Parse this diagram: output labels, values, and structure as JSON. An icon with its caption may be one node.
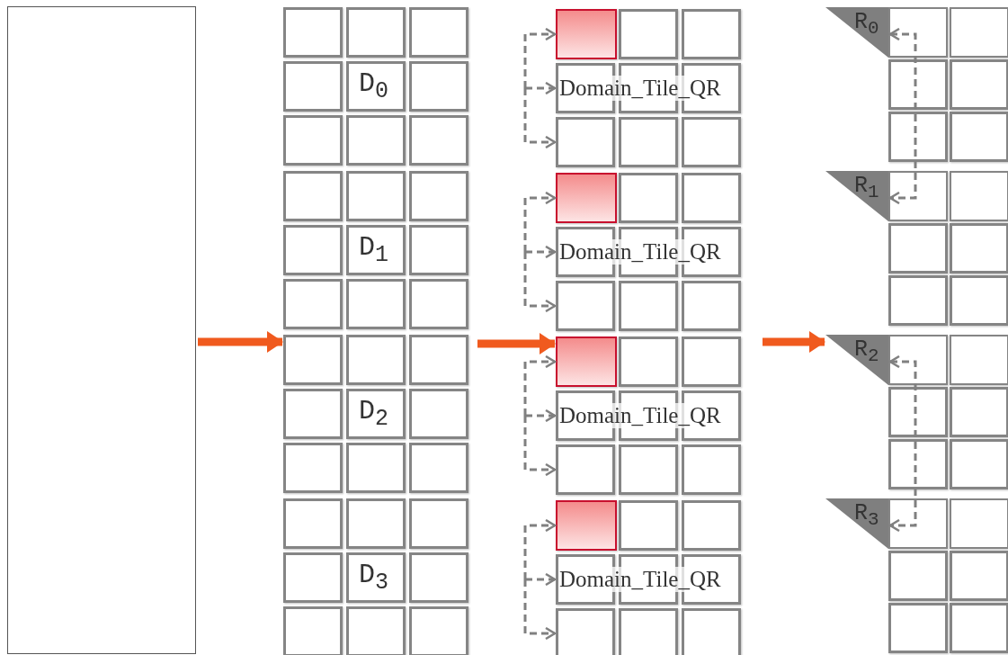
{
  "diagram": {
    "nodes": [
      {
        "text": [],
        "shape": "box"
      },
      {
        "text": [
          "D$_{0}$"
        ]
      },
      {
        "text": [
          "D$_{1}$"
        ]
      },
      {
        "text": [
          "D$_{2}$"
        ]
      },
      {
        "text": [
          "D$_{3}$"
        ]
      },
      {
        "text": [],
        "shape": "box"
      },
      {
        "text": [
          "Domain_Tile_QR"
        ]
      },
      {
        "text": [],
        "shape": "box"
      },
      {
        "text": [],
        "shape": "box"
      },
      {
        "text": [
          "Domain_Tile_QR"
        ]
      },
      {
        "text": [],
        "shape": "box"
      },
      {
        "text": [],
        "shape": "box"
      },
      {
        "text": [
          "Domain_Tile_QR"
        ]
      },
      {
        "text": [],
        "shape": "box"
      },
      {
        "text": [],
        "shape": "box"
      },
      {
        "text": [
          "Domain_Tile_QR"
        ]
      },
      {
        "text": [],
        "shape": "box"
      },
      {
        "text": [
          "R$_{0}$"
        ]
      },
      {
        "text": [
          "R$_{1}$"
        ]
      },
      {
        "text": [
          "R$_{2}$"
        ]
      },
      {
        "text": [
          "R$_{3}$"
        ]
      }
    ],
    "edges": [
      {
        "from": 0,
        "to": 3,
        "arrow": "to",
        "style": "thick",
        "color": "#f05a1e"
      },
      {
        "from": 3,
        "to": 11,
        "arrow": "to",
        "style": "thick",
        "color": "#f05a1e"
      },
      {
        "from": null,
        "to": 19,
        "arrow": "to",
        "style": "thick",
        "color": "#f05a1e"
      },
      {
        "from": null,
        "to": 5,
        "arrow": "to",
        "style": "dashed"
      },
      {
        "from": null,
        "to": 6,
        "arrow": "to",
        "style": "dashed"
      },
      {
        "from": null,
        "to": 7,
        "arrow": "to",
        "style": "dashed"
      },
      {
        "from": null,
        "to": 8,
        "arrow": "to",
        "style": "dashed"
      },
      {
        "from": null,
        "to": 9,
        "arrow": "to",
        "style": "dashed"
      },
      {
        "from": null,
        "to": 10,
        "arrow": "to",
        "style": "dashed"
      },
      {
        "from": null,
        "to": 11,
        "arrow": "to",
        "style": "dashed"
      },
      {
        "from": null,
        "to": 12,
        "arrow": "to",
        "style": "dashed"
      },
      {
        "from": null,
        "to": 13,
        "arrow": "to",
        "style": "dashed"
      },
      {
        "from": null,
        "to": 14,
        "arrow": "to",
        "style": "dashed"
      },
      {
        "from": null,
        "to": 15,
        "arrow": "to",
        "style": "dashed"
      },
      {
        "from": null,
        "to": 16,
        "arrow": "to",
        "style": "dashed"
      },
      {
        "from": 17,
        "to": 18,
        "arrow": "both",
        "style": "dashed"
      },
      {
        "from": 19,
        "to": 20,
        "arrow": "both",
        "style": "dashed"
      }
    ]
  }
}
